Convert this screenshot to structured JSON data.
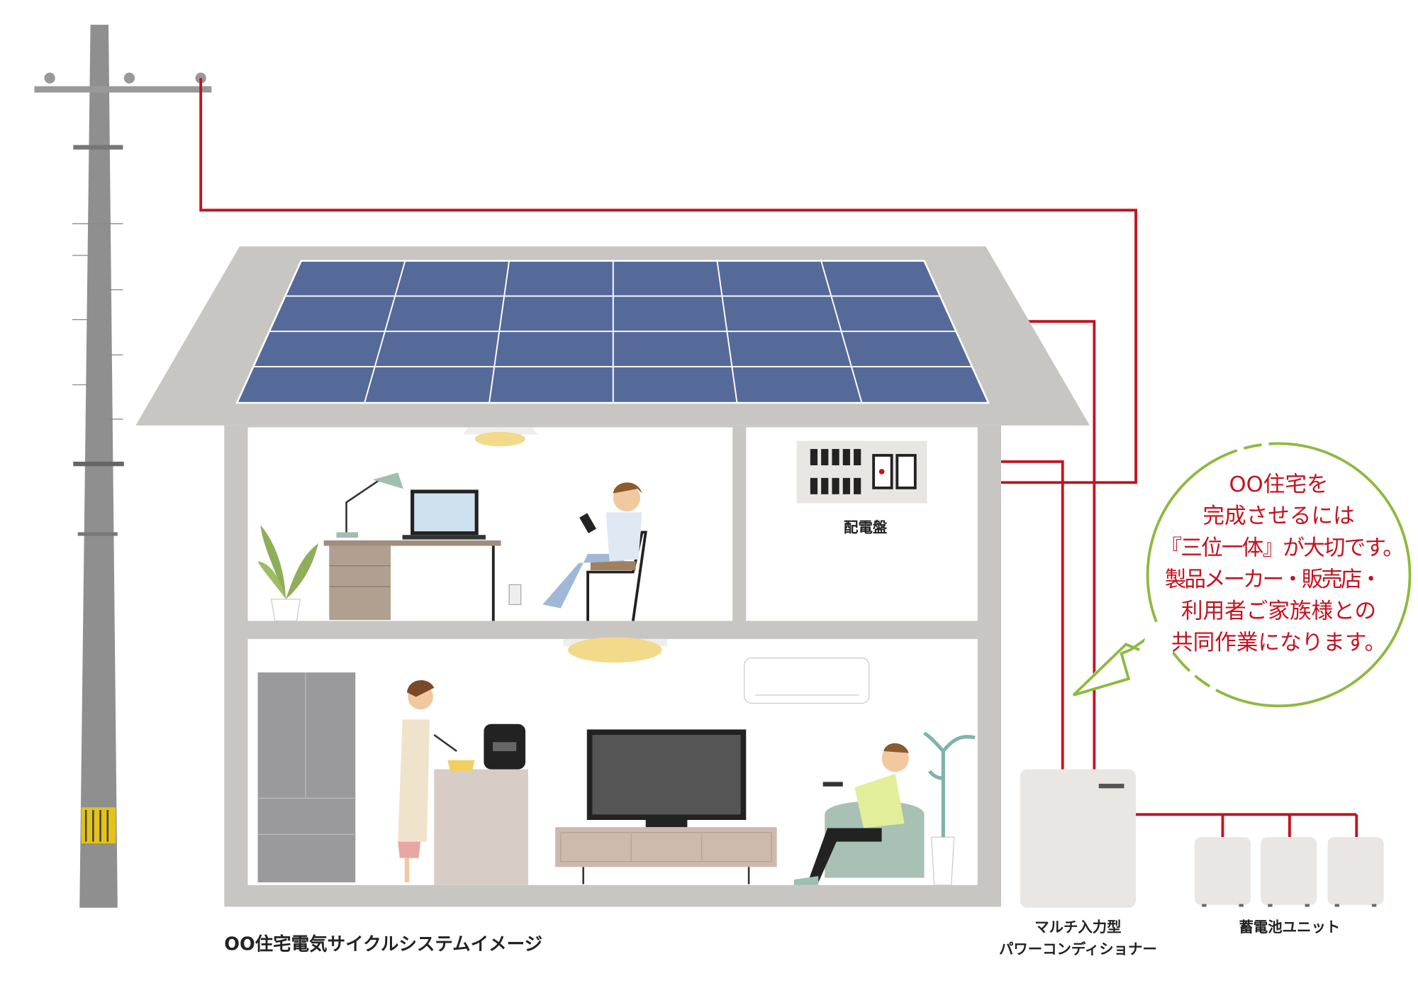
{
  "caption": "OO住宅電気サイクルシステムイメージ",
  "labels": {
    "distribution_board": "配電盤",
    "power_conditioner_line1": "マルチ入力型",
    "power_conditioner_line2": "パワーコンディショナー",
    "battery_unit": "蓄電池ユニット"
  },
  "speech_bubble": {
    "lines": [
      "OO住宅を",
      "完成させるには",
      "『三位一体』が大切です。",
      "製品メーカー・販売店・",
      "利用者ご家族様との",
      "共同作業になります。"
    ]
  },
  "colors": {
    "wire": "#c4121e",
    "solar": "#566a9a",
    "house": "#c8c6c2",
    "bubble": "#8dba3f"
  }
}
